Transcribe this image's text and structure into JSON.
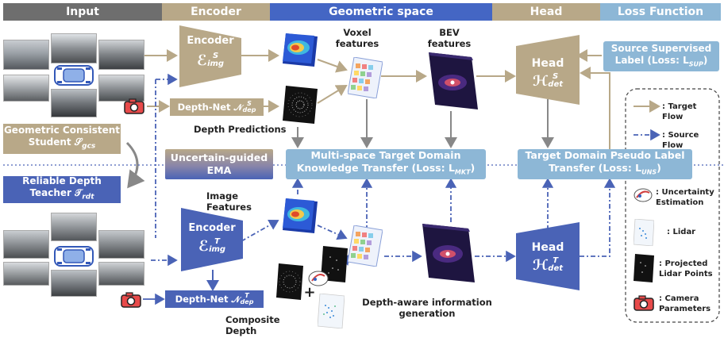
{
  "colors": {
    "tan": "#B8A888",
    "blue": "#4A63B6",
    "light_blue": "#8DB7D6",
    "geo_header": "#4466C4",
    "dark_header": "#6E6E6E"
  },
  "headers": {
    "input": "Input",
    "encoder": "Encoder",
    "geometric": "Geometric space",
    "head": "Head",
    "loss": "Loss Function"
  },
  "source": {
    "encoder_title": "Encoder",
    "encoder_math": "ℰ",
    "encoder_sup": "S",
    "encoder_sub": "img",
    "depthnet": "Depth-Net 𝒩",
    "depthnet_sup": "S",
    "depthnet_sub": "dep",
    "depth_predictions": "Depth Predictions",
    "voxel": "Voxel\nfeatures",
    "bev": "BEV\nfeatures",
    "head_title": "Head",
    "head_math": "ℋ",
    "head_sup": "S",
    "head_sub": "det",
    "supervised_label_1": "Source Supervised",
    "supervised_label_2": "Label (Loss: L",
    "supervised_label_sub": "SUP",
    "supervised_label_3": ")"
  },
  "student": {
    "line1": "Geometric Consistent",
    "line2": "Student 𝒮",
    "sub": "gcs"
  },
  "teacher": {
    "line1": "Reliable Depth",
    "line2": "Teacher 𝒯",
    "sub": "rdt"
  },
  "ema": {
    "line1": "Uncertain-guided",
    "line2": "EMA"
  },
  "mkt": {
    "line1": "Multi-space Target Domain",
    "line2": "Knowledge Transfer (Loss: L",
    "sub": "MKT",
    "line3": ")"
  },
  "uns": {
    "line1": "Target Domain Pseudo Label",
    "line2": "Transfer (Loss: L",
    "sub": "UNS",
    "line3": ")"
  },
  "target": {
    "encoder_title": "Encoder",
    "encoder_math": "ℰ",
    "encoder_sup": "T",
    "encoder_sub": "img",
    "depthnet": "Depth-Net 𝒩",
    "depthnet_sup": "T",
    "depthnet_sub": "dep",
    "image_features": "Image Features",
    "composite_depth": "Composite Depth",
    "depth_aware": "Depth-aware information\ngeneration",
    "head_title": "Head",
    "head_math": "ℋ",
    "head_sup": "T",
    "head_sub": "det"
  },
  "legend": {
    "target_flow": ": Target Flow",
    "source_flow": ": Source Flow",
    "uncertainty": ": Uncertainty\nEstimation",
    "lidar": ": Lidar",
    "projected": ": Projected\nLidar Points",
    "camera": ": Camera\nParameters"
  },
  "symbols": {
    "plus": "+"
  }
}
